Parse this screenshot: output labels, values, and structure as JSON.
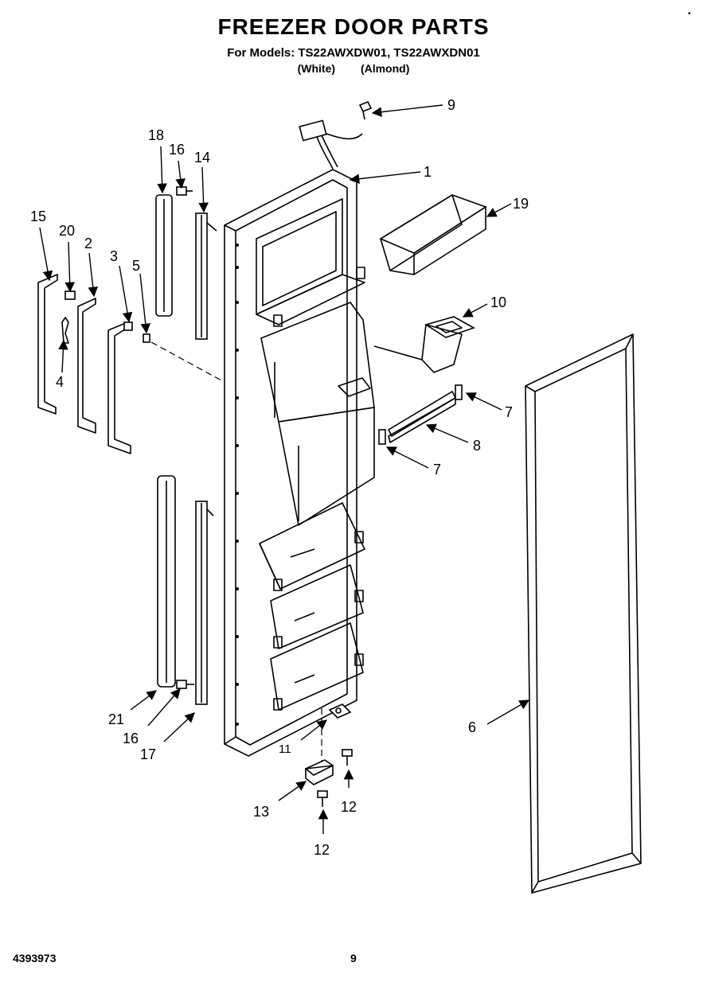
{
  "title": "FREEZER DOOR PARTS",
  "models_line": "For Models: TS22AWXDW01, TS22AWXDN01",
  "color_line": "(White)    (Almond)",
  "document_number": "4393973",
  "page_number": "9",
  "corner_mark": "•",
  "callouts": [
    "1",
    "2",
    "3",
    "4",
    "5",
    "6",
    "7",
    "7",
    "8",
    "9",
    "10",
    "11",
    "12",
    "12",
    "13",
    "14",
    "15",
    "16",
    "16",
    "17",
    "18",
    "19",
    "20",
    "21"
  ]
}
